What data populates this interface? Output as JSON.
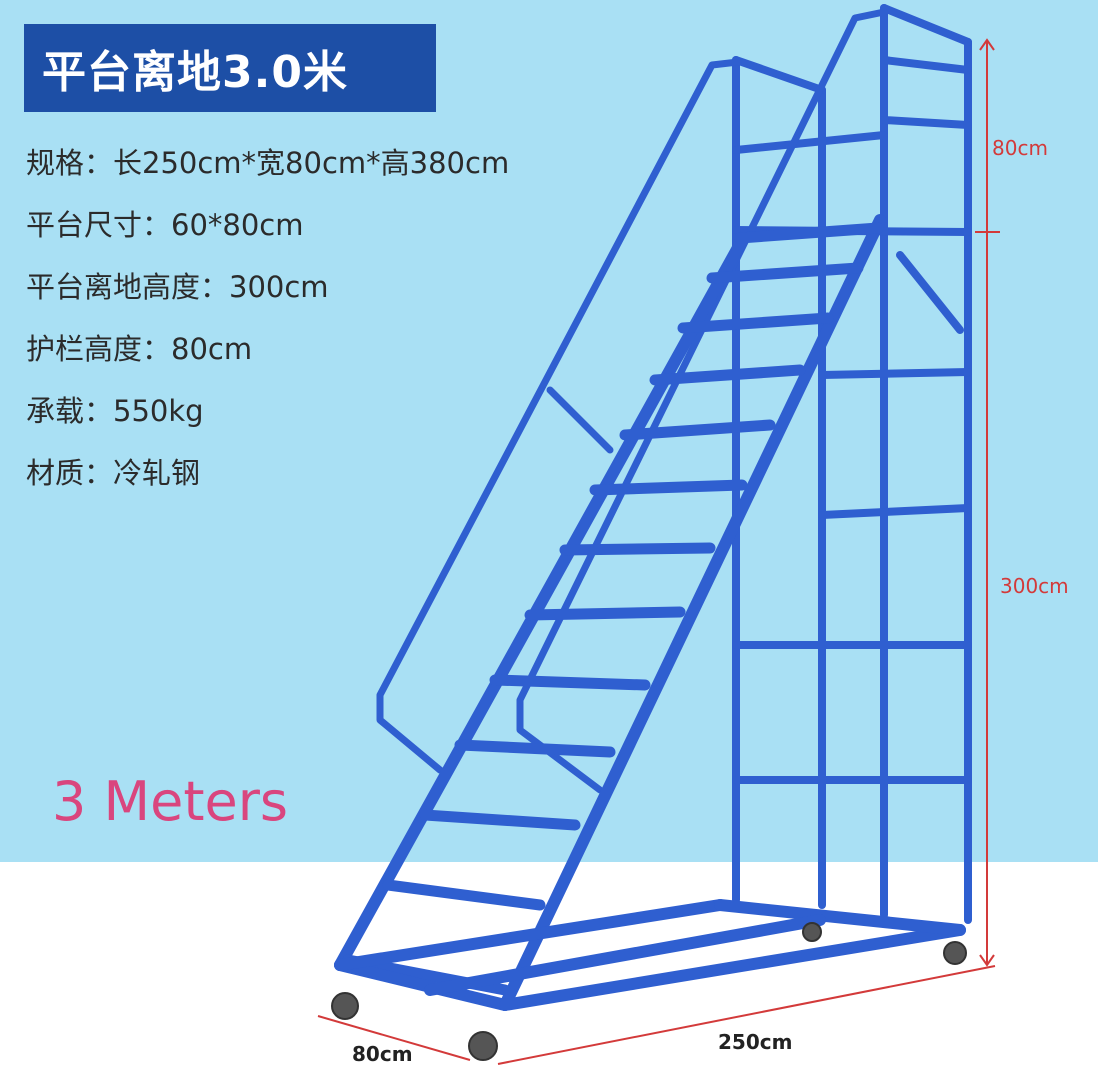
{
  "title": "平台离地3.0米",
  "specs": [
    "规格：长250cm*宽80cm*高380cm",
    "平台尺寸：60*80cm",
    "平台离地高度：300cm",
    "护栏高度：80cm",
    "承载：550kg",
    "材质：冷轧钢"
  ],
  "meters_label": "3 Meters",
  "dimensions": {
    "guardrail_height": "80cm",
    "platform_height": "300cm",
    "length": "250cm",
    "width": "80cm"
  },
  "colors": {
    "background_top": "#a9e0f4",
    "background_bottom": "#ffffff",
    "title_box": "#1d4fa6",
    "ladder": "#2f5fd0",
    "dimension_lines": "#d33a3a",
    "meters_label": "#d9467e"
  }
}
